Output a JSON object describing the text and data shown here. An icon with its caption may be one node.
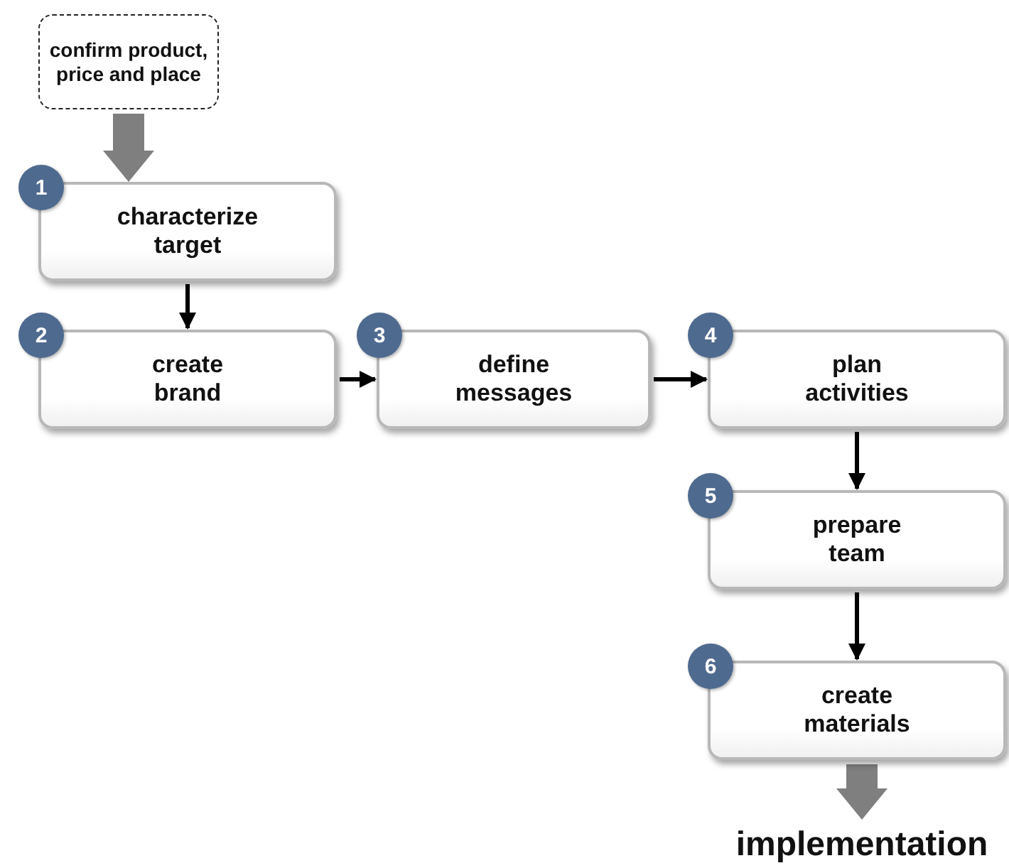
{
  "diagram": {
    "nodes": [
      {
        "text": [
          "confirm product, price and place"
        ]
      },
      {
        "text": [
          "1",
          "characterize target"
        ]
      },
      {
        "text": [
          "2",
          "create brand"
        ]
      },
      {
        "text": [
          "3",
          "define messages"
        ]
      },
      {
        "text": [
          "4",
          "plan activities"
        ]
      },
      {
        "text": [
          "5",
          "prepare team"
        ]
      },
      {
        "text": [
          "6",
          "create materials"
        ]
      },
      {
        "text": [
          "implementation"
        ]
      }
    ],
    "edges": [
      {
        "from": 0,
        "to": 1,
        "arrow": "to",
        "style": "thick",
        "color": "#7f7f7f"
      },
      {
        "from": 1,
        "to": 2,
        "arrow": "to"
      },
      {
        "from": 2,
        "to": 3,
        "arrow": "to"
      },
      {
        "from": 3,
        "to": 4,
        "arrow": "to"
      },
      {
        "from": 4,
        "to": 5,
        "arrow": "to"
      },
      {
        "from": 5,
        "to": 6,
        "arrow": "to"
      },
      {
        "from": 6,
        "to": 7,
        "arrow": "to",
        "style": "thick",
        "color": "#7f7f7f"
      }
    ]
  }
}
